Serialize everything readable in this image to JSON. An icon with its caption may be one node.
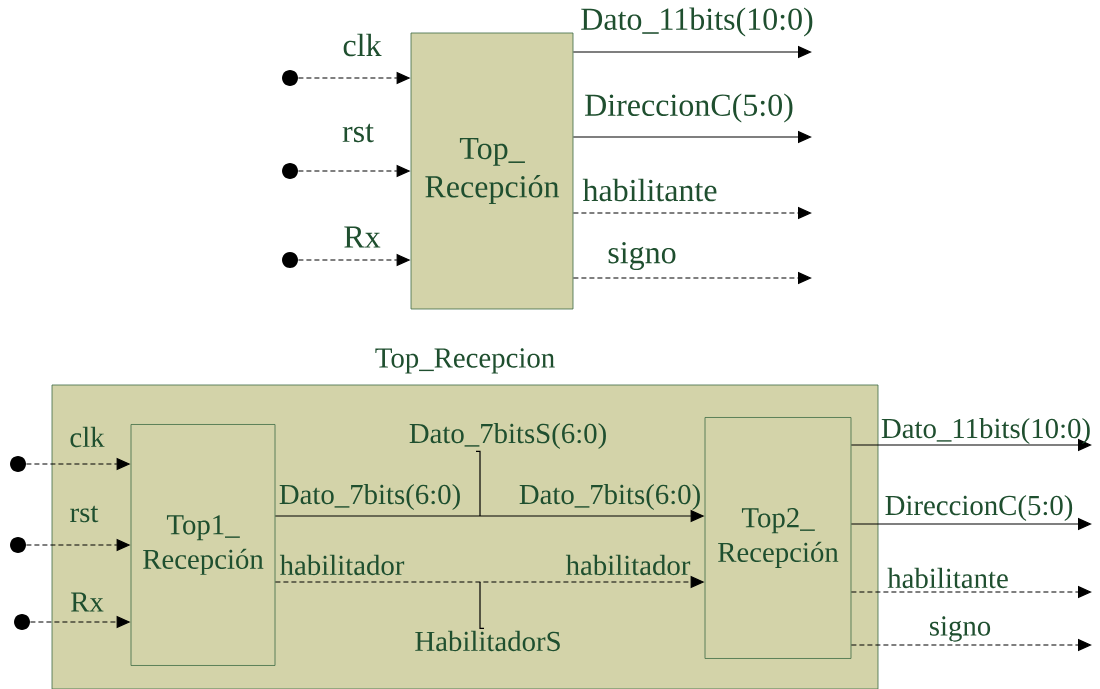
{
  "diagram": {
    "nodes": [
      {
        "text": [
          "Top_ Recepción"
        ]
      },
      {
        "text": [],
        "shape": "circle"
      },
      {
        "text": [],
        "shape": "circle"
      },
      {
        "text": [],
        "shape": "circle"
      },
      {
        "text": [
          "Top_Recepcion"
        ]
      },
      {
        "text": [
          "Top1_ Recepción"
        ],
        "in": 4
      },
      {
        "text": [
          "Top2_ Recepción"
        ],
        "in": 4
      },
      {
        "text": [],
        "shape": "circle"
      },
      {
        "text": [],
        "shape": "circle"
      },
      {
        "text": [],
        "shape": "circle"
      },
      {
        "text": [
          "Dato_7bitsS(6:0)"
        ],
        "in": 4
      },
      {
        "text": [
          "HabilitadorS"
        ],
        "in": 4
      }
    ],
    "edges": [
      {
        "from": 1,
        "to": 0,
        "arrow": "to",
        "style": "dashed",
        "label": "clk"
      },
      {
        "from": 2,
        "to": 0,
        "arrow": "to",
        "style": "dashed",
        "label": "rst"
      },
      {
        "from": 3,
        "to": 0,
        "arrow": "to",
        "style": "dashed",
        "label": "Rx"
      },
      {
        "from": 0,
        "to": null,
        "arrow": "to",
        "label": "Dato_11bits(10:0)"
      },
      {
        "from": 0,
        "to": null,
        "arrow": "to",
        "label": "DireccionC(5:0)"
      },
      {
        "from": 0,
        "to": null,
        "arrow": "to",
        "style": "dashed",
        "label": "habilitante"
      },
      {
        "from": 0,
        "to": null,
        "arrow": "to",
        "style": "dashed",
        "label": "signo"
      },
      {
        "from": 7,
        "to": 5,
        "arrow": "to",
        "style": "dashed",
        "label": "clk"
      },
      {
        "from": 8,
        "to": 5,
        "arrow": "to",
        "style": "dashed",
        "label": "rst"
      },
      {
        "from": 9,
        "to": 5,
        "arrow": "to",
        "style": "dashed",
        "label": "Rx"
      },
      {
        "from": 5,
        "to": 6,
        "arrow": "to",
        "label": "Dato_7bits(6:0)"
      },
      {
        "from": 5,
        "to": 6,
        "arrow": "to",
        "style": "dashed",
        "label": "habilitador"
      },
      {
        "from": 10,
        "to": null,
        "arrow": "none"
      },
      {
        "from": 11,
        "to": null,
        "arrow": "none"
      },
      {
        "from": 6,
        "to": null,
        "arrow": "to",
        "label": "Dato_11bits(10:0)"
      },
      {
        "from": 6,
        "to": null,
        "arrow": "to",
        "label": "DireccionC(5:0)"
      },
      {
        "from": 6,
        "to": null,
        "arrow": "to",
        "style": "dashed",
        "label": "habilitante"
      },
      {
        "from": 6,
        "to": null,
        "arrow": "to",
        "style": "dashed",
        "label": "signo"
      }
    ],
    "labels": [
      "Dato_7bits(6:0)",
      "habilitador"
    ]
  }
}
